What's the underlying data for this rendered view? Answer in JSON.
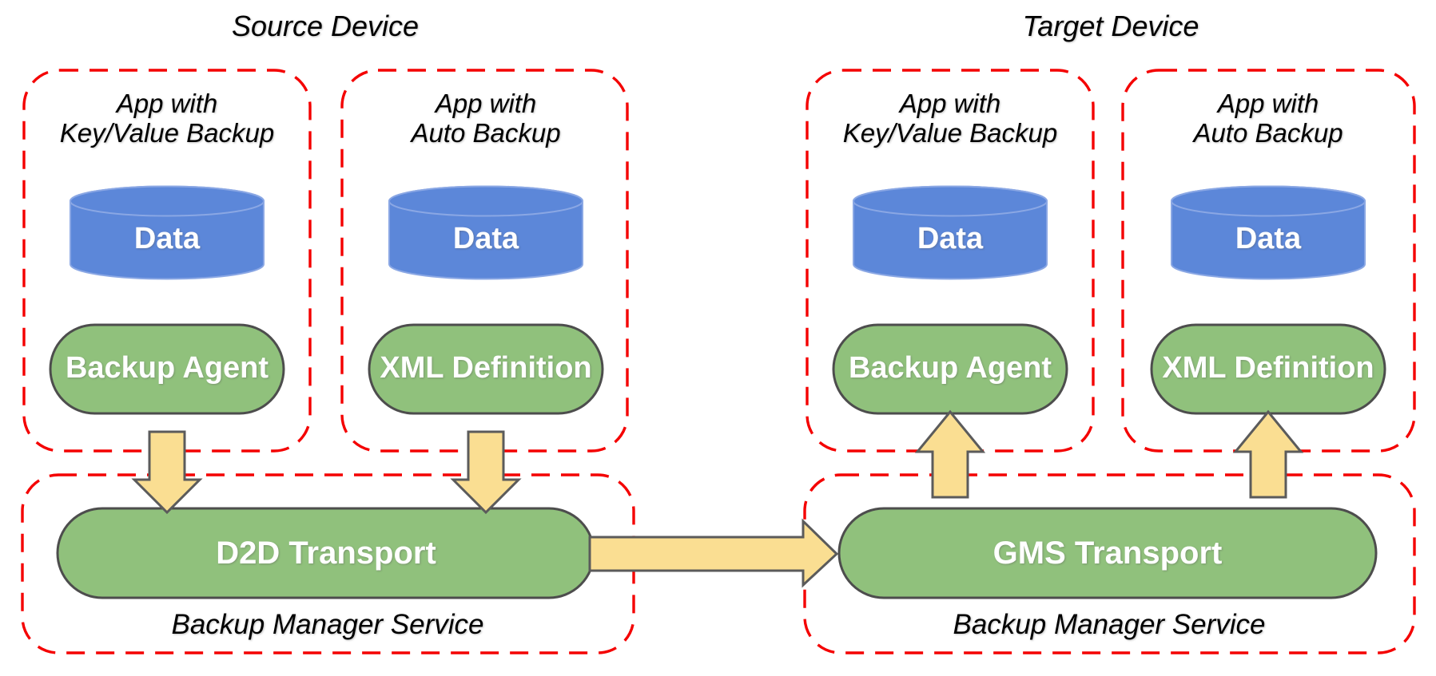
{
  "diagram": {
    "source": {
      "title": "Source Device",
      "apps": [
        {
          "name_line1": "App with",
          "name_line2": "Key/Value Backup",
          "data_store": "Data",
          "component": "Backup Agent"
        },
        {
          "name_line1": "App with",
          "name_line2": "Auto Backup",
          "data_store": "Data",
          "component": "XML Definition"
        }
      ],
      "service": {
        "transport": "D2D Transport",
        "label": "Backup Manager Service"
      }
    },
    "target": {
      "title": "Target Device",
      "apps": [
        {
          "name_line1": "App with",
          "name_line2": "Key/Value Backup",
          "data_store": "Data",
          "component": "Backup Agent"
        },
        {
          "name_line1": "App with",
          "name_line2": "Auto Backup",
          "data_store": "Data",
          "component": "XML Definition"
        }
      ],
      "service": {
        "transport": "GMS Transport",
        "label": "Backup Manager Service"
      }
    },
    "colors": {
      "app_box_border": "#f40000",
      "data_cylinder_fill": "#5c87d9",
      "component_pill_fill": "#90c17c",
      "shape_outline": "#4d4d4d",
      "arrow_fill": "#fade92",
      "text_on_shape": "#ffffff",
      "label_text": "#000000"
    }
  }
}
